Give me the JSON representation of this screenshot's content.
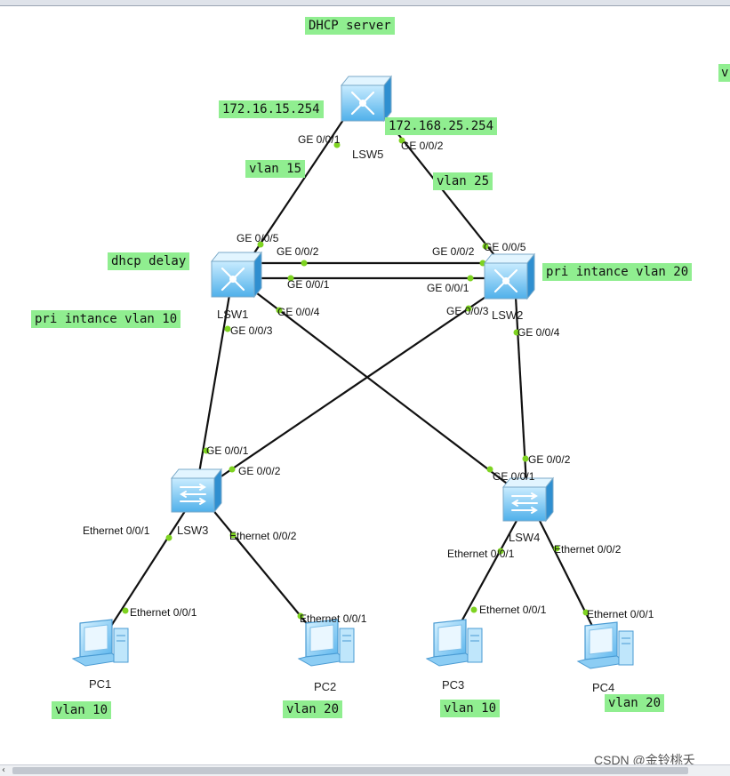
{
  "notes": {
    "dhcp_server": "DHCP server",
    "ip_left": "172.16.15.254",
    "ip_right": "172.168.25.254",
    "vlan15": "vlan 15",
    "vlan25": "vlan 25",
    "dhcp_delay": "dhcp delay",
    "pri_vlan20": "pri intance vlan 20",
    "pri_vlan10": "pri intance vlan 10",
    "pc1_vlan": "vlan 10",
    "pc2_vlan": "vlan 20",
    "pc3_vlan": "vlan 10",
    "pc4_vlan": "vlan 20",
    "edge_fragment": "v"
  },
  "devices": {
    "lsw5": "LSW5",
    "lsw1": "LSW1",
    "lsw2": "LSW2",
    "lsw3": "LSW3",
    "lsw4": "LSW4",
    "pc1": "PC1",
    "pc2": "PC2",
    "pc3": "PC3",
    "pc4": "PC4"
  },
  "ports": {
    "lsw5_ge001": "GE 0/0/1",
    "lsw5_ge002": "GE 0/0/2",
    "lsw1_ge005": "GE 0/0/5",
    "lsw1_ge002": "GE 0/0/2",
    "lsw1_ge001": "GE 0/0/1",
    "lsw1_ge004": "GE 0/0/4",
    "lsw1_ge003": "GE 0/0/3",
    "lsw2_ge002": "GE 0/0/2",
    "lsw2_ge005": "GE 0/0/5",
    "lsw2_ge001": "GE 0/0/1",
    "lsw2_ge003": "GE 0/0/3",
    "lsw2_ge004": "GE 0/0/4",
    "lsw3_ge001": "GE 0/0/1",
    "lsw3_ge002": "GE 0/0/2",
    "lsw3_eth001": "Ethernet 0/0/1",
    "lsw3_eth002": "Ethernet 0/0/2",
    "lsw4_ge002": "GE 0/0/2",
    "lsw4_ge001": "GE 0/0/1",
    "lsw4_eth001": "Ethernet 0/0/1",
    "lsw4_eth002": "Ethernet 0/0/2",
    "pc1_eth": "Ethernet 0/0/1",
    "pc2_eth": "Ethernet 0/0/1",
    "pc3_eth": "Ethernet 0/0/1",
    "pc4_eth": "Ethernet 0/0/1"
  },
  "watermark": "CSDN @金铃桃夭",
  "colors": {
    "note_bg": "#90ee90",
    "link": "#111111",
    "port_dot": "#7ed321",
    "device_blue": "#5ab0e8"
  }
}
